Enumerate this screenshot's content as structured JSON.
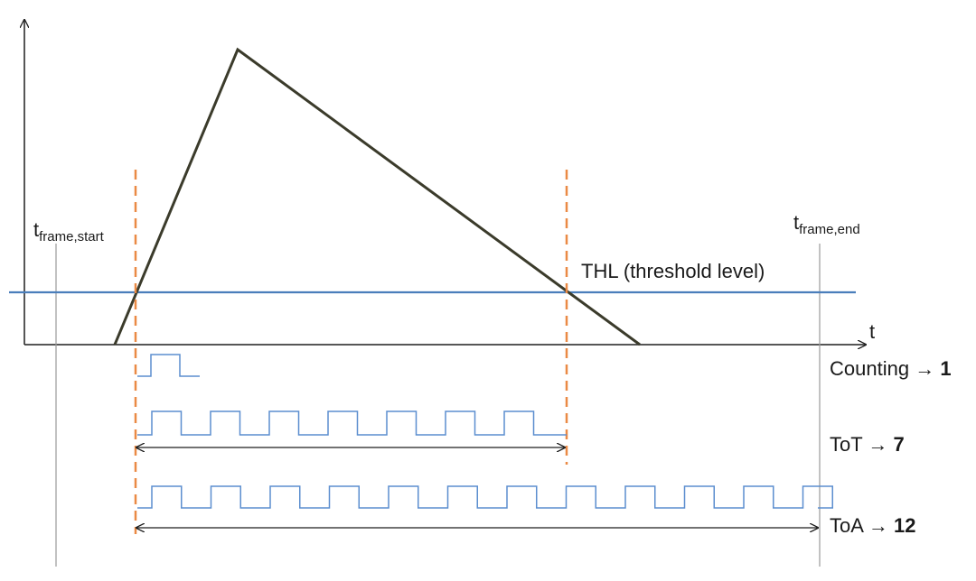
{
  "labels": {
    "t_axis": "t",
    "frame_start_main": "t",
    "frame_start_sub": "frame,start",
    "frame_end_main": "t",
    "frame_end_sub": "frame,end",
    "threshold": "THL (threshold level)"
  },
  "modes": [
    {
      "name": "Counting",
      "arrow": "→",
      "value": "1"
    },
    {
      "name": "ToT",
      "arrow": "→",
      "value": "7"
    },
    {
      "name": "ToA",
      "arrow": "→",
      "value": "12"
    }
  ],
  "colors": {
    "signal": "#3b3b2b",
    "threshold": "#4a7ebb",
    "marker": "#ea8a45",
    "clock": "#5b8ecf",
    "axis": "#1f1f1f",
    "frame": "#9a9a9a"
  }
}
